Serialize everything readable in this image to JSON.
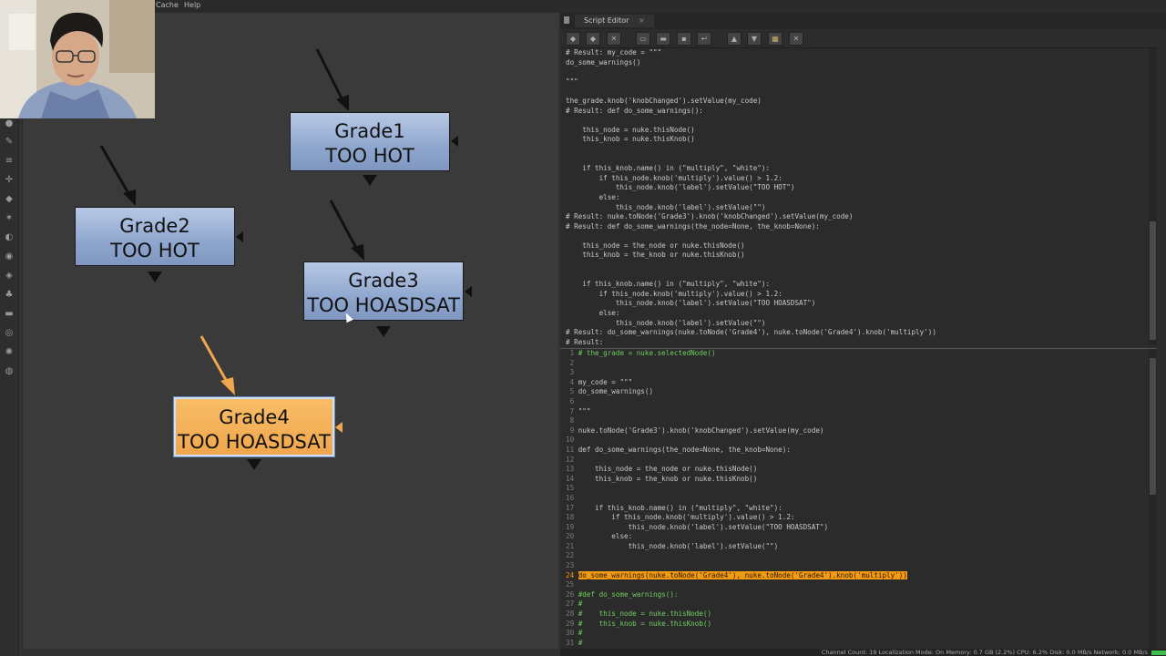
{
  "menubar": {
    "items": [
      "Cache",
      "Help"
    ]
  },
  "nodes": [
    {
      "name": "Grade1",
      "label": "TOO HOT",
      "selected": false
    },
    {
      "name": "Grade2",
      "label": "TOO HOT",
      "selected": false
    },
    {
      "name": "Grade3",
      "label": "TOO HOASDSAT",
      "selected": false
    },
    {
      "name": "Grade4",
      "label": "TOO HOASDSAT",
      "selected": true
    }
  ],
  "colors": {
    "node_blue": "#8fa7ce",
    "node_selected": "#f0a64d",
    "highlight": "#f29a12"
  },
  "script_editor": {
    "tab_title": "Script Editor",
    "close_glyph": "×"
  },
  "toolbar_icons": [
    "previous-script-icon",
    "next-script-icon",
    "clear-history-icon",
    "source-script-icon",
    "load-script-icon",
    "save-script-icon",
    "run-script-icon",
    "show-input-icon",
    "show-output-icon",
    "show-both-icon",
    "clear-output-icon"
  ],
  "output_lines": [
    "# Result: my_code = \"\"\"",
    "do_some_warnings()",
    "",
    "\"\"\"",
    "",
    "the_grade.knob('knobChanged').setValue(my_code)",
    "# Result: def do_some_warnings():",
    "",
    "    this_node = nuke.thisNode()",
    "    this_knob = nuke.thisKnob()",
    "",
    "",
    "    if this_knob.name() in (\"multiply\", \"white\"):",
    "        if this_node.knob('multiply').value() > 1.2:",
    "            this_node.knob('label').setValue(\"TOO HOT\")",
    "        else:",
    "            this_node.knob('label').setValue(\"\")",
    "# Result: nuke.toNode('Grade3').knob('knobChanged').setValue(my_code)",
    "# Result: def do_some_warnings(the_node=None, the_knob=None):",
    "",
    "    this_node = the_node or nuke.thisNode()",
    "    this_knob = the_knob or nuke.thisKnob()",
    "",
    "",
    "    if this_knob.name() in (\"multiply\", \"white\"):",
    "        if this_node.knob('multiply').value() > 1.2:",
    "            this_node.knob('label').setValue(\"TOO HOASDSAT\")",
    "        else:",
    "            this_node.knob('label').setValue(\"\")",
    "# Result: do_some_warnings(nuke.toNode('Grade4'), nuke.toNode('Grade4').knob('multiply'))",
    "# Result:"
  ],
  "input_lines": [
    {
      "n": "1",
      "t": "# the_grade = nuke.selectedNode()"
    },
    {
      "n": "2",
      "t": ""
    },
    {
      "n": "3",
      "t": ""
    },
    {
      "n": "4",
      "t": "my_code = \"\"\""
    },
    {
      "n": "5",
      "t": "do_some_warnings()"
    },
    {
      "n": "6",
      "t": ""
    },
    {
      "n": "7",
      "t": "\"\"\""
    },
    {
      "n": "8",
      "t": ""
    },
    {
      "n": "9",
      "t": "nuke.toNode('Grade3').knob('knobChanged').setValue(my_code)"
    },
    {
      "n": "10",
      "t": ""
    },
    {
      "n": "11",
      "t": "def do_some_warnings(the_node=None, the_knob=None):"
    },
    {
      "n": "12",
      "t": ""
    },
    {
      "n": "13",
      "t": "    this_node = the_node or nuke.thisNode()"
    },
    {
      "n": "14",
      "t": "    this_knob = the_knob or nuke.thisKnob()"
    },
    {
      "n": "15",
      "t": ""
    },
    {
      "n": "16",
      "t": ""
    },
    {
      "n": "17",
      "t": "    if this_knob.name() in (\"multiply\", \"white\"):"
    },
    {
      "n": "18",
      "t": "        if this_node.knob('multiply').value() > 1.2:"
    },
    {
      "n": "19",
      "t": "            this_node.knob('label').setValue(\"TOO HOASDSAT\")"
    },
    {
      "n": "20",
      "t": "        else:"
    },
    {
      "n": "21",
      "t": "            this_node.knob('label').setValue(\"\")"
    },
    {
      "n": "22",
      "t": ""
    },
    {
      "n": "23",
      "t": ""
    },
    {
      "n": "24",
      "t": "do_some_warnings(nuke.toNode('Grade4'), nuke.toNode('Grade4').knob('multiply'))",
      "highlight": true
    },
    {
      "n": "25",
      "t": ""
    },
    {
      "n": "26",
      "t": "#def do_some_warnings():"
    },
    {
      "n": "27",
      "t": "#"
    },
    {
      "n": "28",
      "t": "#    this_node = nuke.thisNode()"
    },
    {
      "n": "29",
      "t": "#    this_knob = nuke.thisKnob()"
    },
    {
      "n": "30",
      "t": "#"
    },
    {
      "n": "31",
      "t": "#"
    }
  ],
  "statusbar": {
    "text": "Channel Count: 19  Localization Mode: On  Memory: 0.7 GB (2.2%)  CPU: 6.2%  Disk: 0.0 MB/s  Network: 0.0 MB/s"
  }
}
